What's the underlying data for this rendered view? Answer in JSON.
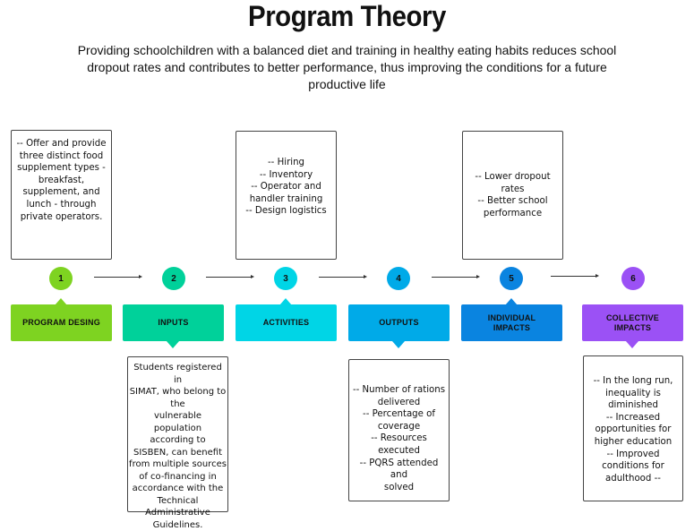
{
  "header": {
    "title": "Program Theory",
    "subtitle": "Providing schoolchildren with a balanced diet and training in healthy eating habits reduces school dropout rates and contributes to better performance, thus improving the conditions for a future productive life"
  },
  "steps": [
    {
      "number": "1",
      "label": "PROGRAM DESING",
      "color": "#7ed321",
      "description_position": "top",
      "description": "-- Offer and provide\nthree distinct food\nsupplement types -\nbreakfast,\nsupplement, and\nlunch - through\nprivate operators."
    },
    {
      "number": "2",
      "label": "INPUTS",
      "color": "#00d19a",
      "description_position": "bottom",
      "description": "Students registered in\nSIMAT, who belong to\nthe\nvulnerable population\naccording to\nSISBEN, can benefit\nfrom multiple sources\nof co-financing in\naccordance with the\nTechnical\nAdministrative\nGuidelines."
    },
    {
      "number": "3",
      "label": "ACTIVITIES",
      "color": "#00d5e6",
      "description_position": "top",
      "description": "-- Hiring\n-- Inventory\n-- Operator and\nhandler training\n-- Design logistics"
    },
    {
      "number": "4",
      "label": "OUTPUTS",
      "color": "#00aae8",
      "description_position": "bottom",
      "description": "-- Number of rations\ndelivered\n-- Percentage of\ncoverage\n-- Resources executed\n-- PQRS attended and\nsolved"
    },
    {
      "number": "5",
      "label": "INDIVIDUAL\nIMPACTS",
      "color": "#0a84e0",
      "description_position": "top",
      "description": "-- Lower dropout rates\n-- Better school\nperformance"
    },
    {
      "number": "6",
      "label": "COLLECTIVE\nIMPACTS",
      "color": "#9b51f5",
      "description_position": "bottom",
      "description": "-- In the long run,\ninequality is\ndiminished\n-- Increased\nopportunities for\nhigher education\n-- Improved\nconditions for\nadulthood --"
    }
  ]
}
